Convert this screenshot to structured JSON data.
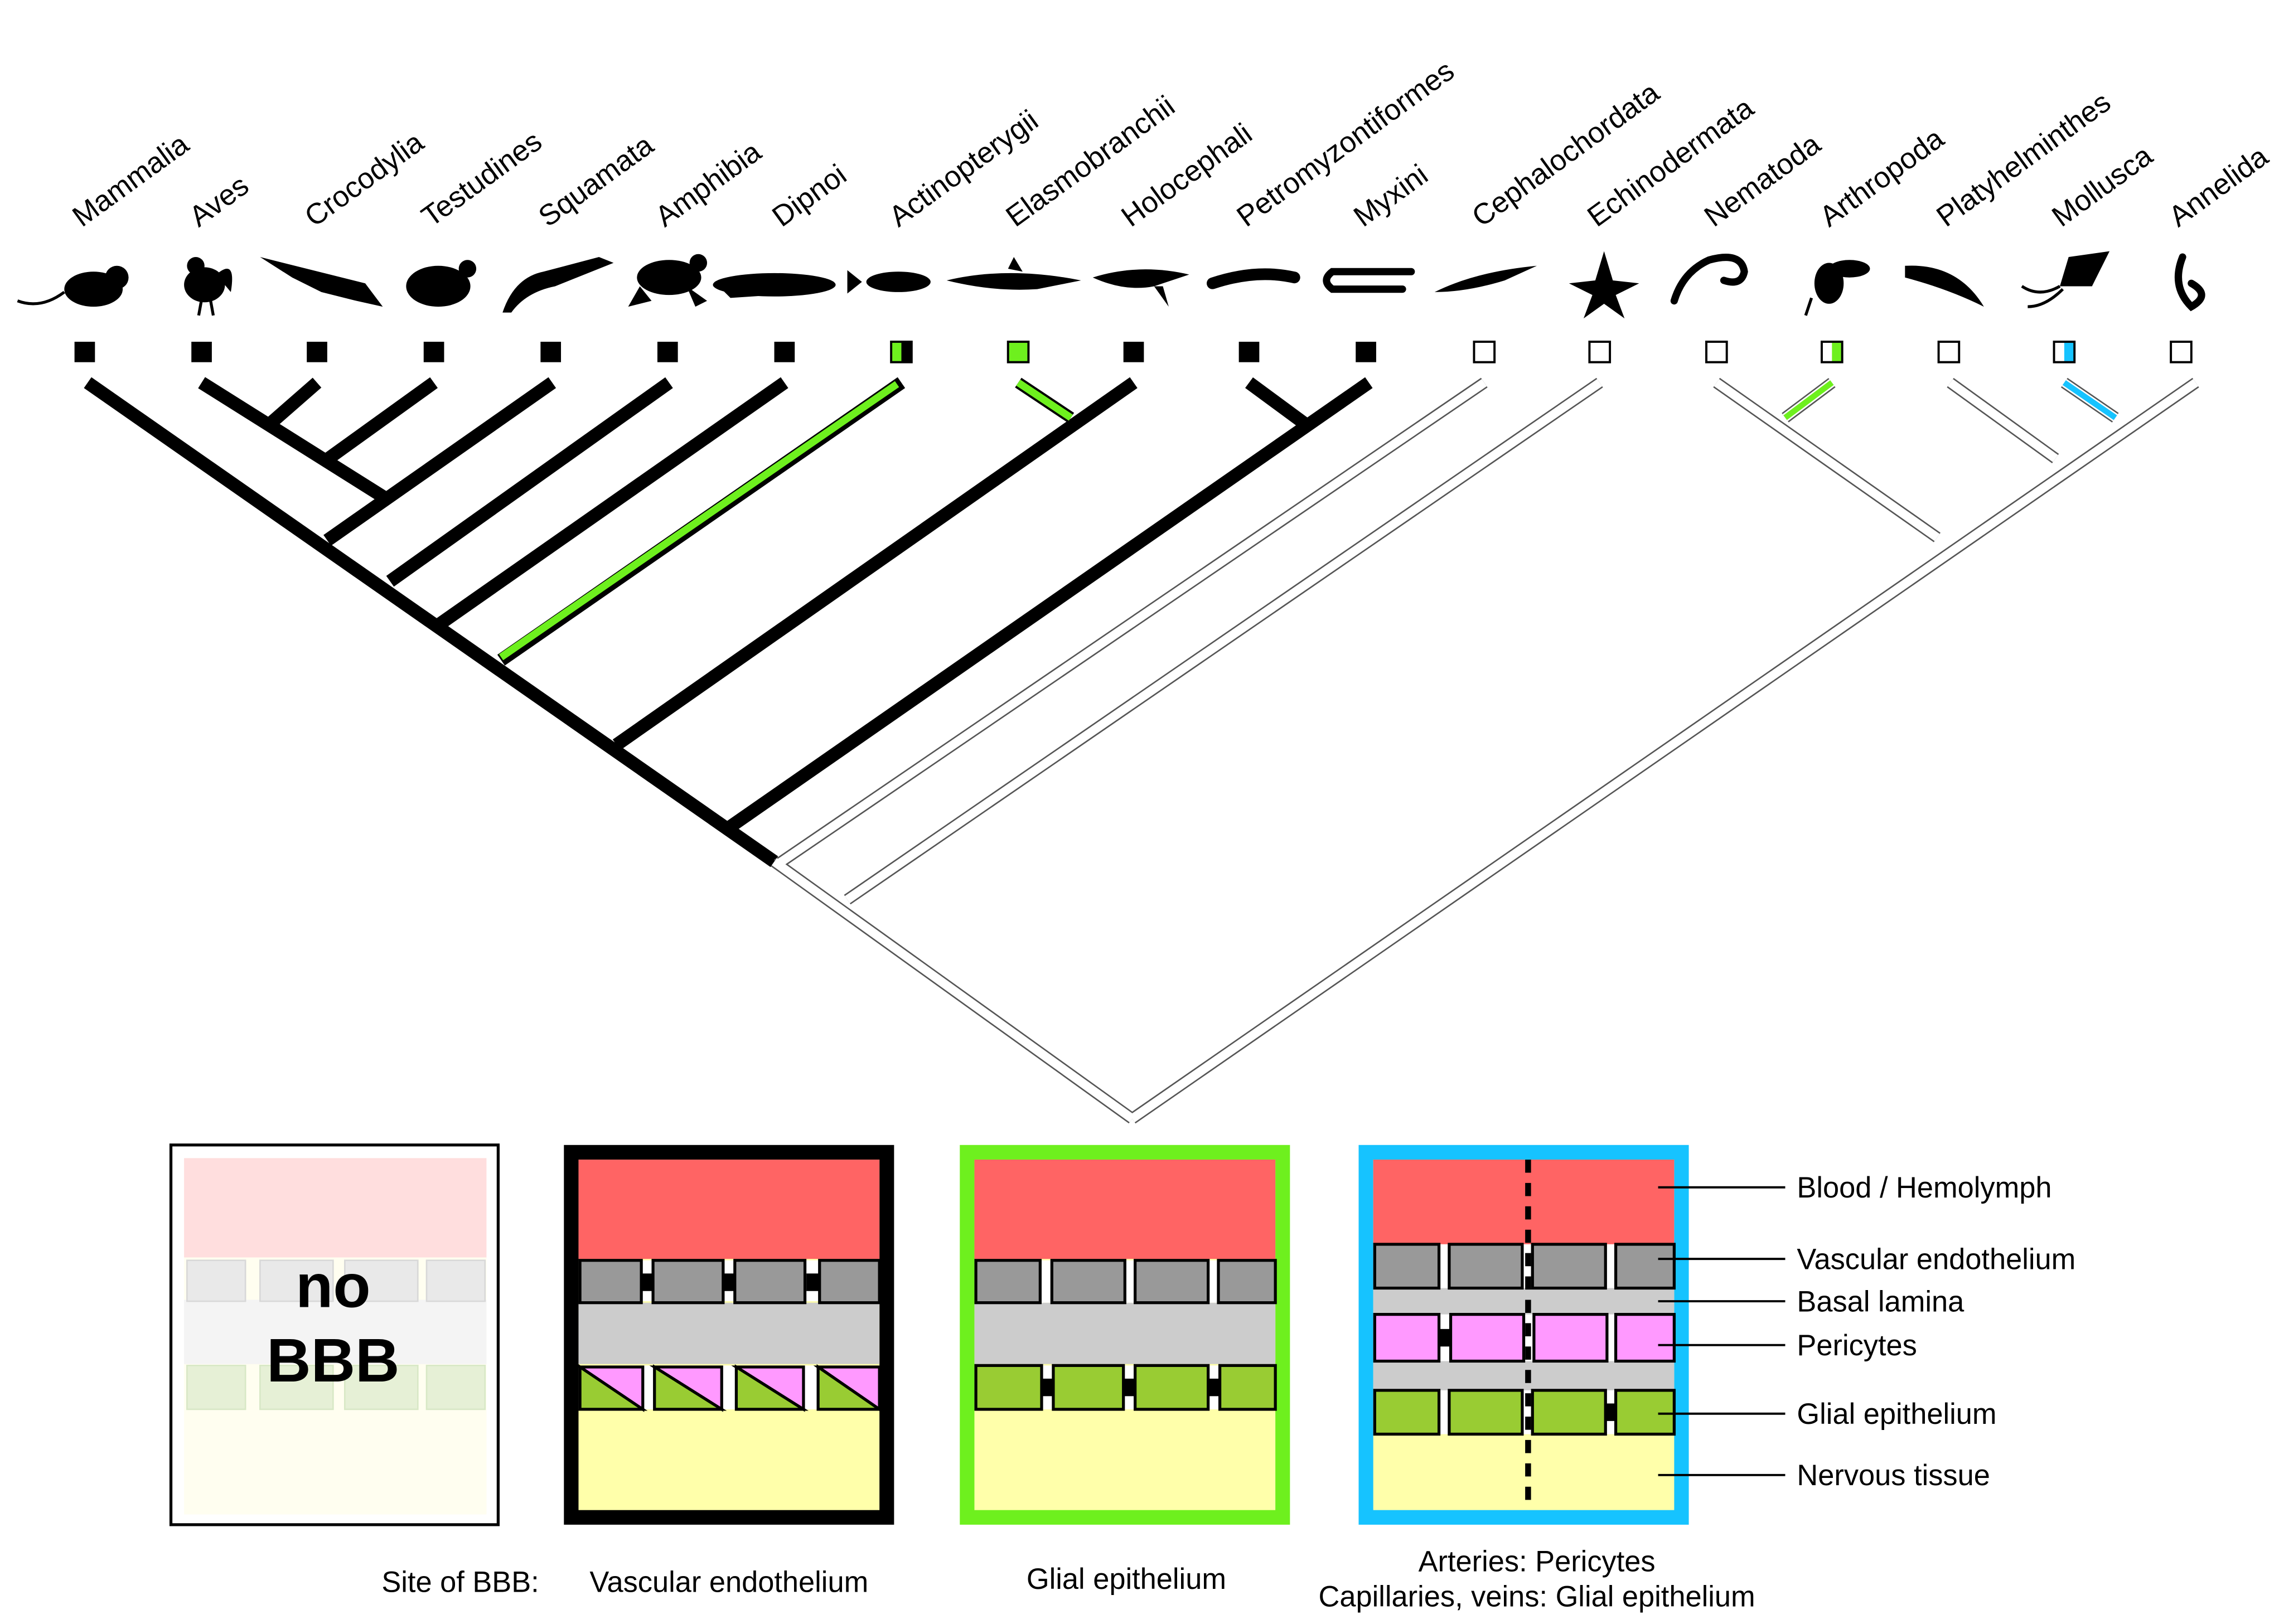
{
  "taxa": [
    {
      "name": "Mammalia",
      "icon": "mouse-silhouette",
      "bbb": "vascular-endothelium"
    },
    {
      "name": "Aves",
      "icon": "rooster-silhouette",
      "bbb": "vascular-endothelium"
    },
    {
      "name": "Crocodylia",
      "icon": "crocodile-silhouette",
      "bbb": "vascular-endothelium"
    },
    {
      "name": "Testudines",
      "icon": "turtle-silhouette",
      "bbb": "vascular-endothelium"
    },
    {
      "name": "Squamata",
      "icon": "lizard-silhouette",
      "bbb": "vascular-endothelium"
    },
    {
      "name": "Amphibia",
      "icon": "frog-silhouette",
      "bbb": "vascular-endothelium"
    },
    {
      "name": "Dipnoi",
      "icon": "lungfish-silhouette",
      "bbb": "vascular-endothelium"
    },
    {
      "name": "Actinopterygii",
      "icon": "fish-silhouette",
      "bbb": "vascular-endothelium+glial-epithelium"
    },
    {
      "name": "Elasmobranchii",
      "icon": "shark-silhouette",
      "bbb": "glial-epithelium"
    },
    {
      "name": "Holocephali",
      "icon": "chimaera-silhouette",
      "bbb": "vascular-endothelium"
    },
    {
      "name": "Petromyzontiformes",
      "icon": "lamprey-silhouette",
      "bbb": "vascular-endothelium"
    },
    {
      "name": "Myxini",
      "icon": "hagfish-silhouette",
      "bbb": "vascular-endothelium"
    },
    {
      "name": "Cephalochordata",
      "icon": "lancelet-silhouette",
      "bbb": "none"
    },
    {
      "name": "Echinodermata",
      "icon": "starfish-silhouette",
      "bbb": "none"
    },
    {
      "name": "Nematoda",
      "icon": "nematode-silhouette",
      "bbb": "none"
    },
    {
      "name": "Arthropoda",
      "icon": "fly-silhouette",
      "bbb": "none+glial-epithelium"
    },
    {
      "name": "Platyhelminthes",
      "icon": "flatworm-silhouette",
      "bbb": "none"
    },
    {
      "name": "Mollusca",
      "icon": "squid-silhouette",
      "bbb": "none+pericytes"
    },
    {
      "name": "Annelida",
      "icon": "annelid-silhouette",
      "bbb": "none"
    }
  ],
  "colors": {
    "vascular_endothelium": "#000000",
    "glial_epithelium": "#6ef01e",
    "pericytes_glial": "#16c3ff",
    "blood": "#ff6464",
    "endothelium_cell": "#999999",
    "basal_lamina": "#cccccc",
    "pericyte_cell": "#ff99ff",
    "glial_cell": "#99cc33",
    "nervous_tissue": "#ffffaa"
  },
  "legend": {
    "no_bbb_text_line1": "no",
    "no_bbb_text_line2": "BBB",
    "layer_labels": {
      "blood": "Blood / Hemolymph",
      "endothelium": "Vascular endothelium",
      "basal_lamina": "Basal lamina",
      "pericytes": "Pericytes",
      "glial": "Glial epithelium",
      "nervous": "Nervous tissue"
    }
  },
  "captions": {
    "site_label": "Site of BBB:",
    "vascular": "Vascular endothelium",
    "glial": "Glial epithelium",
    "mixed_line1": "Arteries: Pericytes",
    "mixed_line2": "Capillaries, veins: Glial epithelium"
  }
}
